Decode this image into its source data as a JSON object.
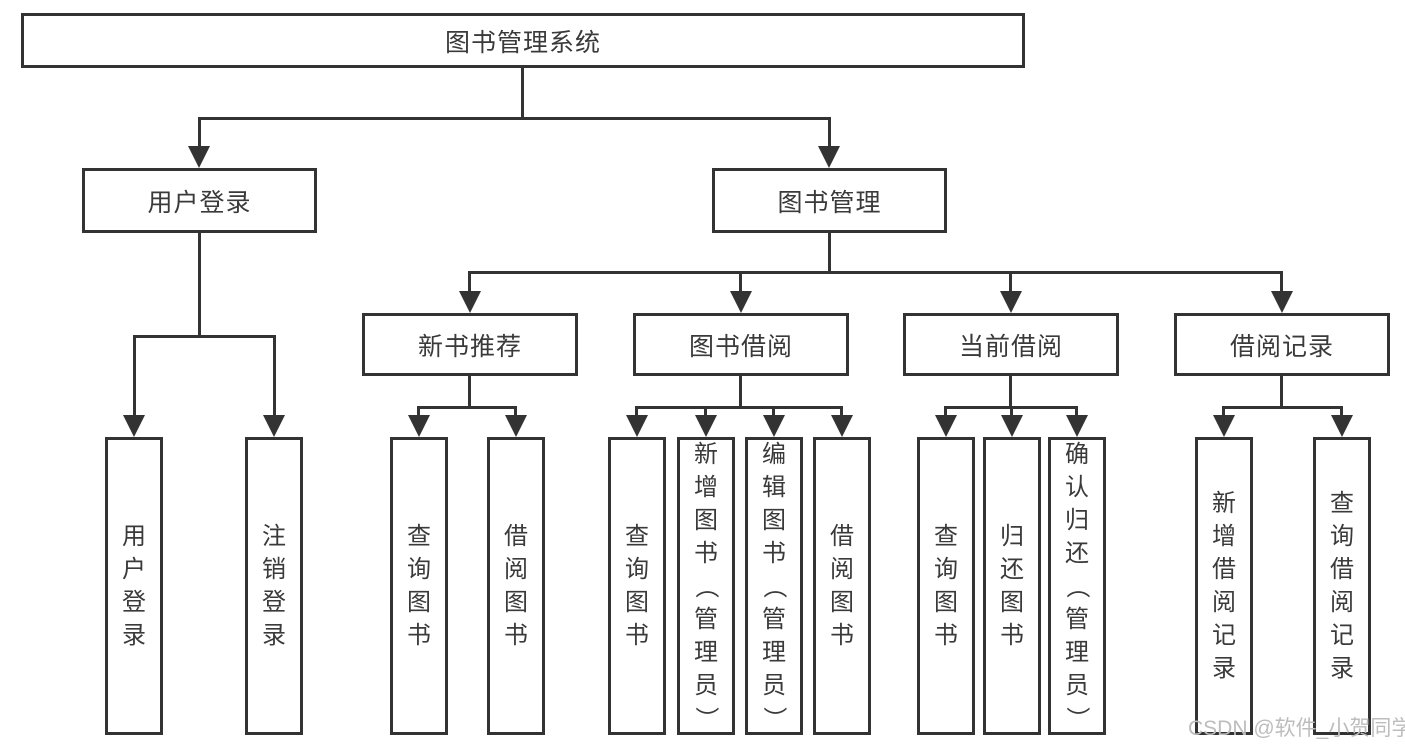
{
  "diagram": {
    "colors": {
      "line": "#333333",
      "text": "#3a3a3a",
      "box_background": "#ffffff",
      "watermark": "#bdbdbd"
    },
    "root": {
      "label": "图书管理系统"
    },
    "branches": [
      {
        "label": "用户登录",
        "children": [
          {
            "label": "用户登录"
          },
          {
            "label": "注销登录"
          }
        ]
      },
      {
        "label": "图书管理",
        "children": [
          {
            "label": "新书推荐",
            "children": [
              {
                "label": "查询图书"
              },
              {
                "label": "借阅图书"
              }
            ]
          },
          {
            "label": "图书借阅",
            "children": [
              {
                "label": "查询图书"
              },
              {
                "label": "新增图书（管理员）"
              },
              {
                "label": "编辑图书（管理员）"
              },
              {
                "label": "借阅图书"
              }
            ]
          },
          {
            "label": "当前借阅",
            "children": [
              {
                "label": "查询图书"
              },
              {
                "label": "归还图书"
              },
              {
                "label": "确认归还（管理员）"
              }
            ]
          },
          {
            "label": "借阅记录",
            "children": [
              {
                "label": "新增借阅记录"
              },
              {
                "label": "查询借阅记录"
              }
            ]
          }
        ]
      }
    ],
    "watermark": "CSDN @软件_小贺同学"
  }
}
